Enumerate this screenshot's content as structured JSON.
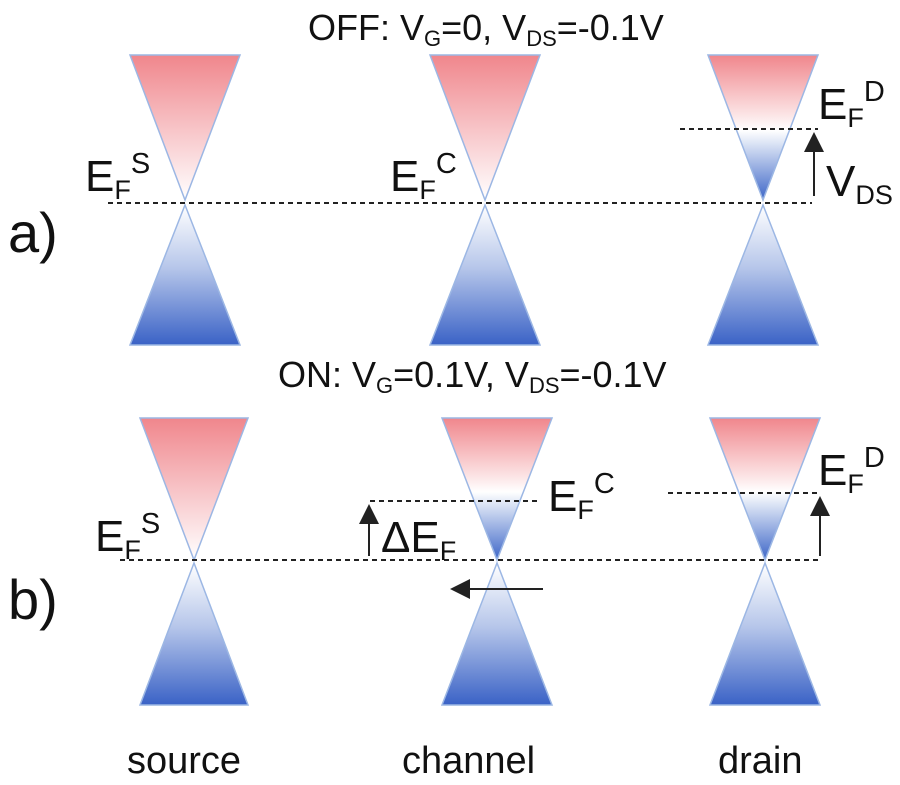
{
  "panel_a": {
    "panel_label": "a)",
    "title": {
      "prefix": "OFF: V",
      "g_sub": "G",
      "mid": "=0, V",
      "ds_sub": "DS",
      "suffix": "=-0.1V"
    },
    "ef_source": {
      "base": "E",
      "sub": "F",
      "sup": "S"
    },
    "ef_channel": {
      "base": "E",
      "sub": "F",
      "sup": "C"
    },
    "ef_drain": {
      "base": "E",
      "sub": "F",
      "sup": "D"
    },
    "vds": {
      "base": "V",
      "sub": "DS"
    }
  },
  "panel_b": {
    "panel_label": "b)",
    "title": {
      "prefix": "ON: V",
      "g_sub": "G",
      "mid": "=0.1V, V",
      "ds_sub": "DS",
      "suffix": "=-0.1V"
    },
    "ef_source": {
      "base": "E",
      "sub": "F",
      "sup": "S"
    },
    "ef_channel": {
      "base": "E",
      "sub": "F",
      "sup": "C"
    },
    "ef_drain": {
      "base": "E",
      "sub": "F",
      "sup": "D"
    },
    "delta_ef": {
      "base": "ΔE",
      "sub": "F"
    }
  },
  "columns": {
    "source": "source",
    "channel": "channel",
    "drain": "drain"
  },
  "colors": {
    "conduction_band": "#f08a8f",
    "valence_band": "#3b63c4",
    "cone_edge": "#8fb0e0",
    "dashed_line": "#222222",
    "arrow": "#222222"
  }
}
